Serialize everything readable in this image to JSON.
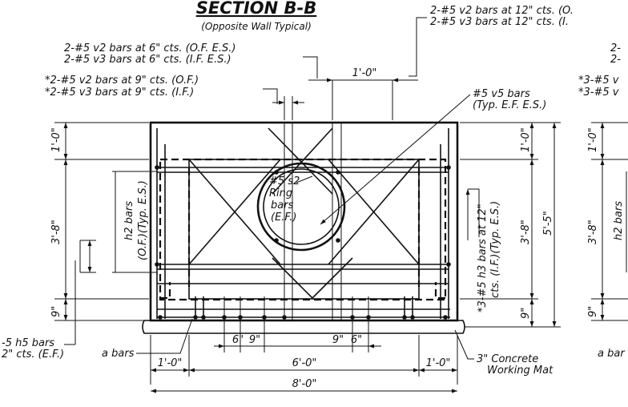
{
  "section": {
    "title": "SECTION B-B",
    "subtitle": "(Opposite Wall Typical)"
  },
  "callouts": {
    "v2_v3_12_line1": "2-#5 v2 bars at 12\" cts. (O.",
    "v2_v3_12_line2": "2-#5 v3 bars at 12\" cts. (I.",
    "v2_v3_6_line1": "2-#5 v2 bars at 6\" cts. (O.F. E.S.)",
    "v2_v3_6_line2": "2-#5 v3 bars at 6\" cts. (I.F. E.S.)",
    "v2_v3_9_line1": "*2-#5 v2 bars at 9\" cts. (O.F.)",
    "v2_v3_9_line2": "*2-#5 v3 bars at 9\" cts. (I.F.)",
    "v5_line1": "#5 v5 bars",
    "v5_line2": "(Typ. E.F. E.S.)",
    "ring_line1": "#5 s2",
    "ring_line2": "Ring",
    "ring_line3": "bars",
    "ring_line4": "(E.F.)",
    "h2_line1": "h2 bars",
    "h2_line2": "(O.F.)(Typ. E.S.)",
    "h3_line1": "*3-#5 h3 bars at 12\"",
    "h3_line2": "cts. (I.F.)(Typ. E.S.)",
    "h5_line1": "-5 h5 bars",
    "h5_line2": "2\" cts. (E.F.)",
    "a_bars": "a bars",
    "mat_line1": "3\" Concrete",
    "mat_line2": "Working Mat",
    "right_partial_1": "2-",
    "right_partial_2": "2-",
    "right_partial_3": "*3-#5 v",
    "right_partial_4": "*3-#5 v",
    "right_partial_5": "a bar"
  },
  "dimensions": {
    "top_spacing": "1'-0\"",
    "left_top": "1'-0\"",
    "left_mid": "3'-8\"",
    "left_bot": "9\"",
    "right_top": "1'-0\"",
    "right_mid": "3'-8\"",
    "right_bot": "9\"",
    "right_total": "5'-5\"",
    "bottom_6a": "6\"",
    "bottom_9a": "9\"",
    "bottom_9b": "9\"",
    "bottom_6b": "6\"",
    "bottom_left": "1'-0\"",
    "bottom_mid": "6'-0\"",
    "bottom_right": "1'-0\"",
    "bottom_total": "8'-0\"",
    "far_right_top": "1'-0\"",
    "far_right_mid": "3'-8\"",
    "far_right_bot": "9\"",
    "far_right_h2": "h2 bars"
  }
}
